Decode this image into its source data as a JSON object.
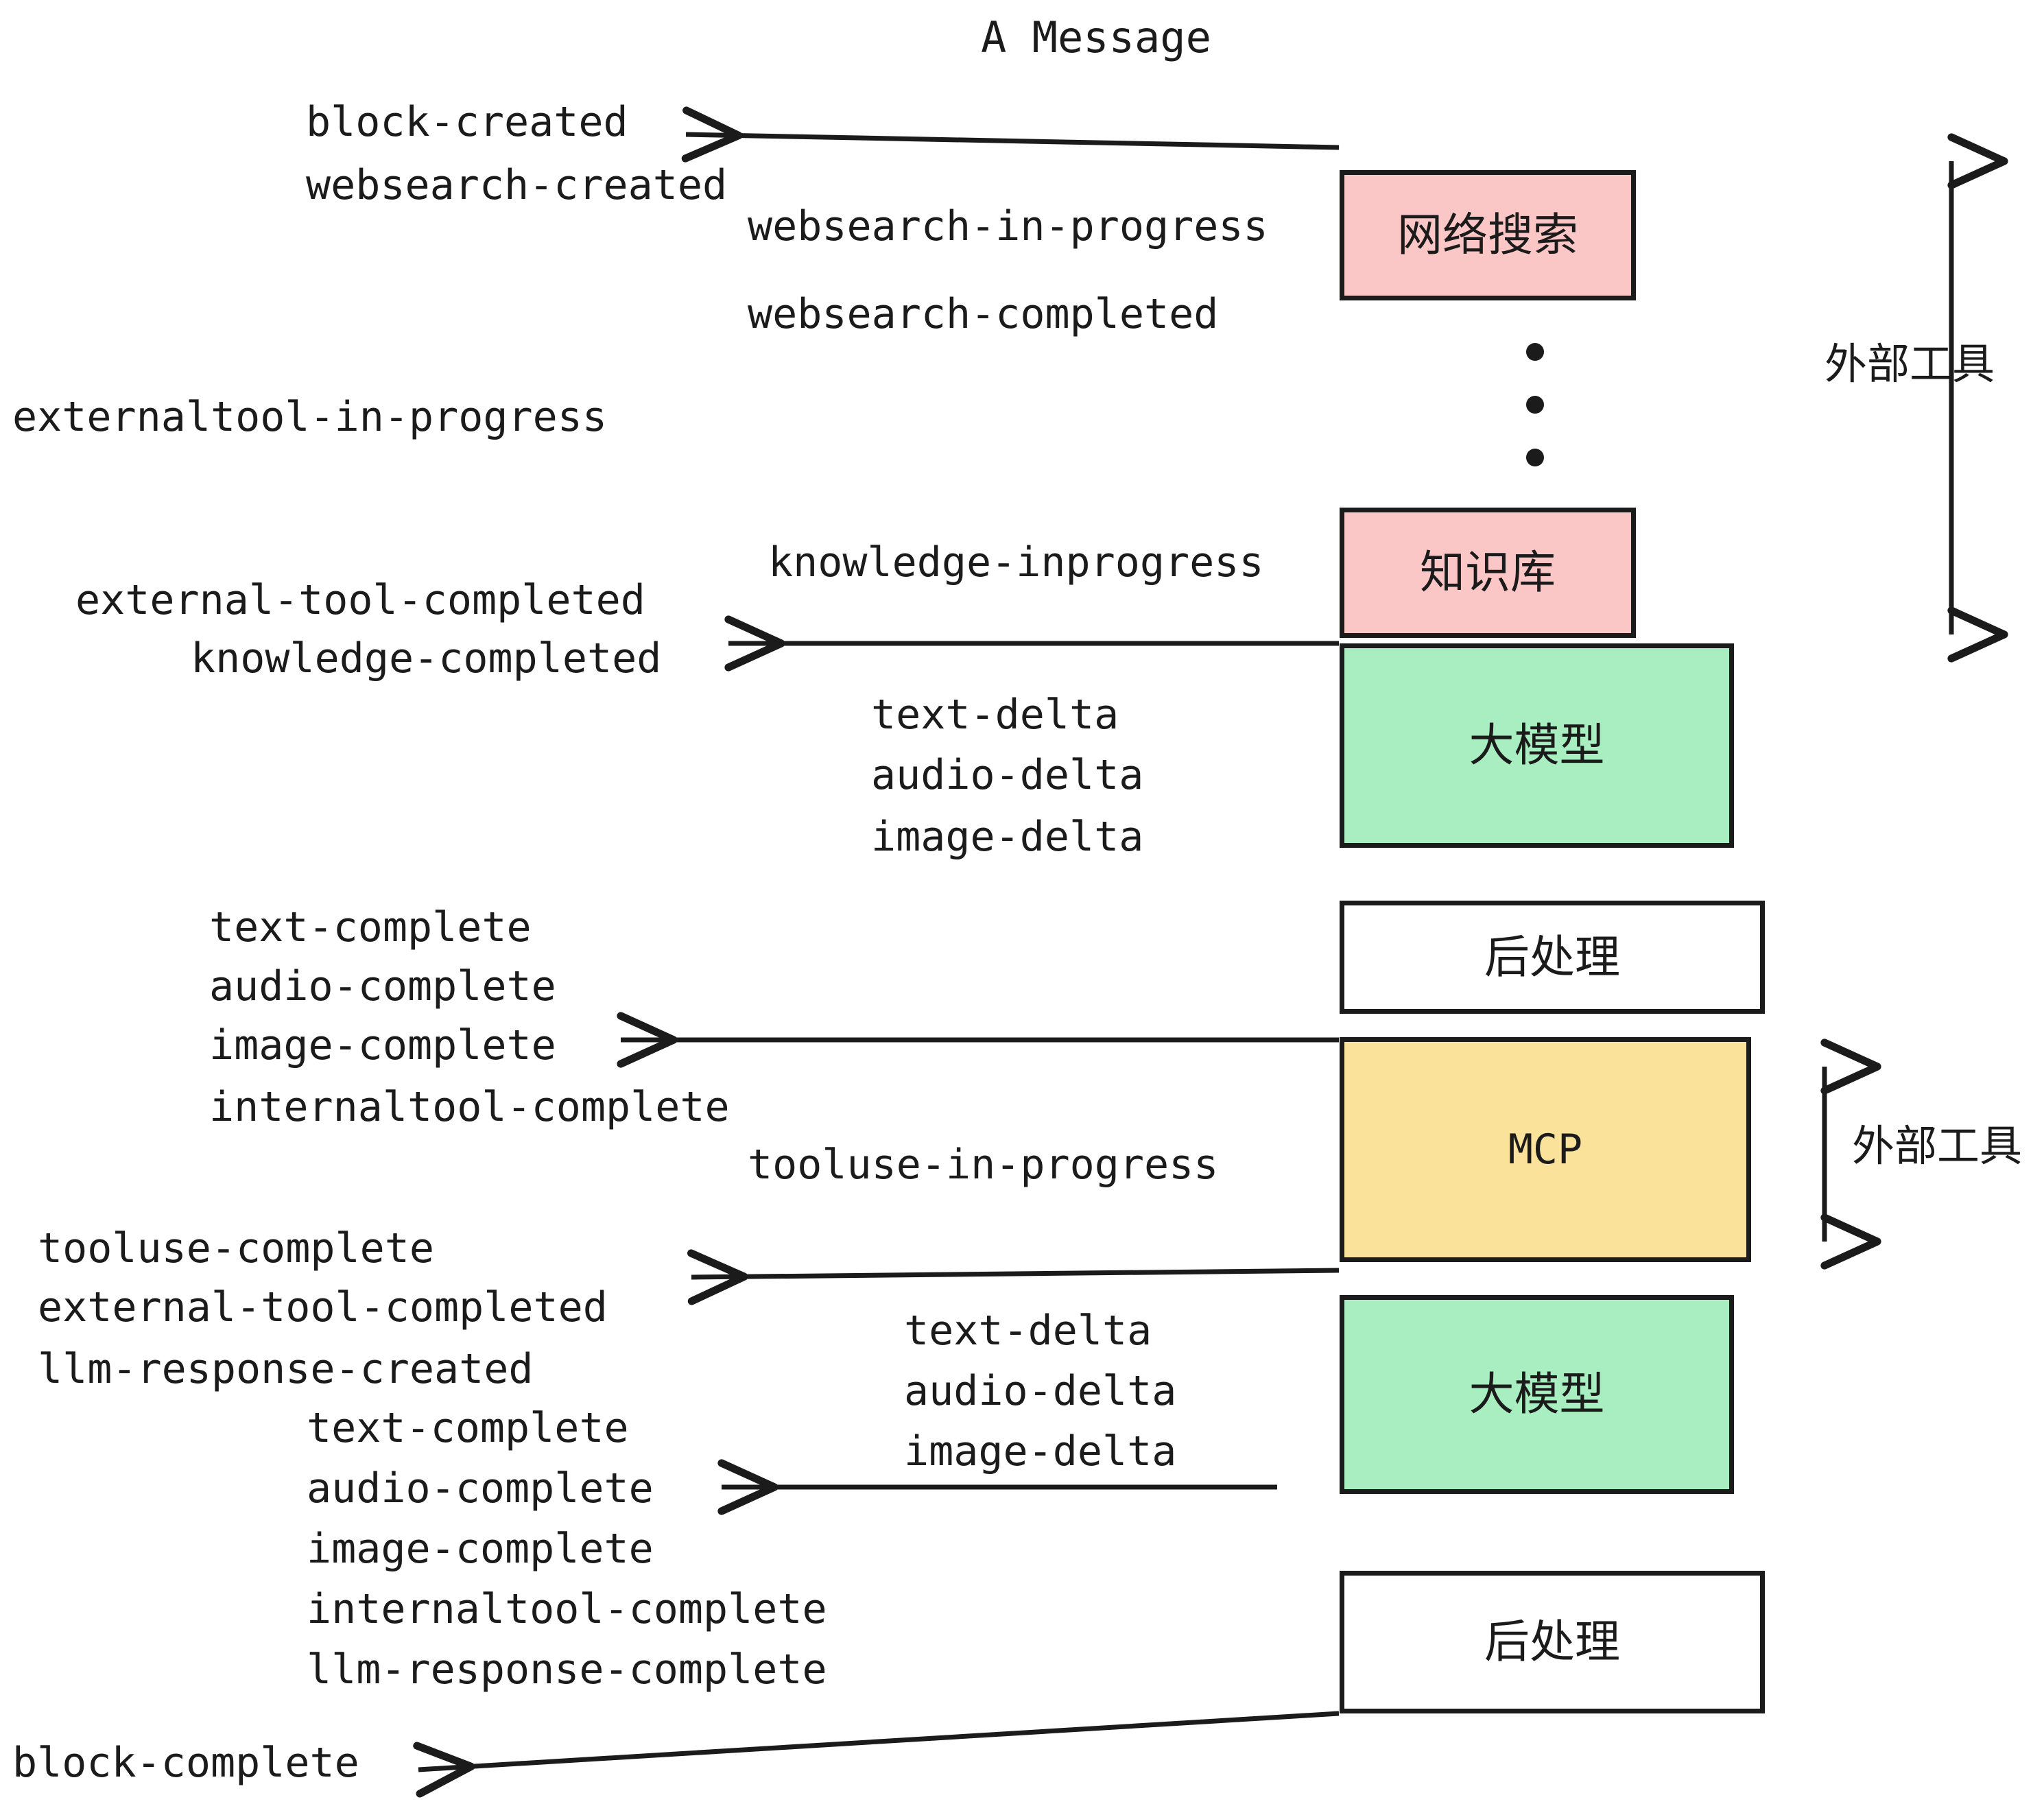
{
  "diagram": {
    "title": "A Message",
    "colors": {
      "stroke": "#1b1b1b",
      "background": "#ffffff",
      "external_tool_fill": "#fbc6c6",
      "llm_fill": "#a9eec0",
      "mcp_fill": "#fae29a",
      "postprocess_fill": "#ffffff"
    },
    "nodes": [
      {
        "id": "websearch",
        "label": "网络搜索",
        "fill": "#fbc6c6"
      },
      {
        "id": "knowledge",
        "label": "知识库",
        "fill": "#fbc6c6"
      },
      {
        "id": "llm-1",
        "label": "大模型",
        "fill": "#a9eec0"
      },
      {
        "id": "postproc-1",
        "label": "后处理",
        "fill": "#ffffff"
      },
      {
        "id": "mcp",
        "label": "MCP",
        "fill": "#fae29a"
      },
      {
        "id": "llm-2",
        "label": "大模型",
        "fill": "#a9eec0"
      },
      {
        "id": "postproc-2",
        "label": "后处理",
        "fill": "#ffffff"
      }
    ],
    "side_labels": [
      {
        "id": "external-tool-top",
        "text": "外部工具"
      },
      {
        "id": "external-tool-bottom",
        "text": "外部工具"
      }
    ],
    "events": {
      "block_created": "block-created",
      "websearch_created": "websearch-created",
      "websearch_in_progress": "websearch-in-progress",
      "websearch_completed": "websearch-completed",
      "externaltool_in_progress": "externaltool-in-progress",
      "knowledge_inprogress": "knowledge-inprogress",
      "external_tool_completed_1": "external-tool-completed",
      "knowledge_completed": "knowledge-completed",
      "text_delta_1": "text-delta",
      "audio_delta_1": "audio-delta",
      "image_delta_1": "image-delta",
      "text_complete_1": "text-complete",
      "audio_complete_1": "audio-complete",
      "image_complete_1": "image-complete",
      "internaltool_complete_1": "internaltool-complete",
      "tooluse_in_progress": "tooluse-in-progress",
      "tooluse_complete": "tooluse-complete",
      "external_tool_completed_2": "external-tool-completed",
      "llm_response_created": "llm-response-created",
      "text_delta_2": "text-delta",
      "audio_delta_2": "audio-delta",
      "image_delta_2": "image-delta",
      "text_complete_2": "text-complete",
      "audio_complete_2": "audio-complete",
      "image_complete_2": "image-complete",
      "internaltool_complete_2": "internaltool-complete",
      "llm_response_complete": "llm-response-complete",
      "block_complete": "block-complete"
    }
  }
}
